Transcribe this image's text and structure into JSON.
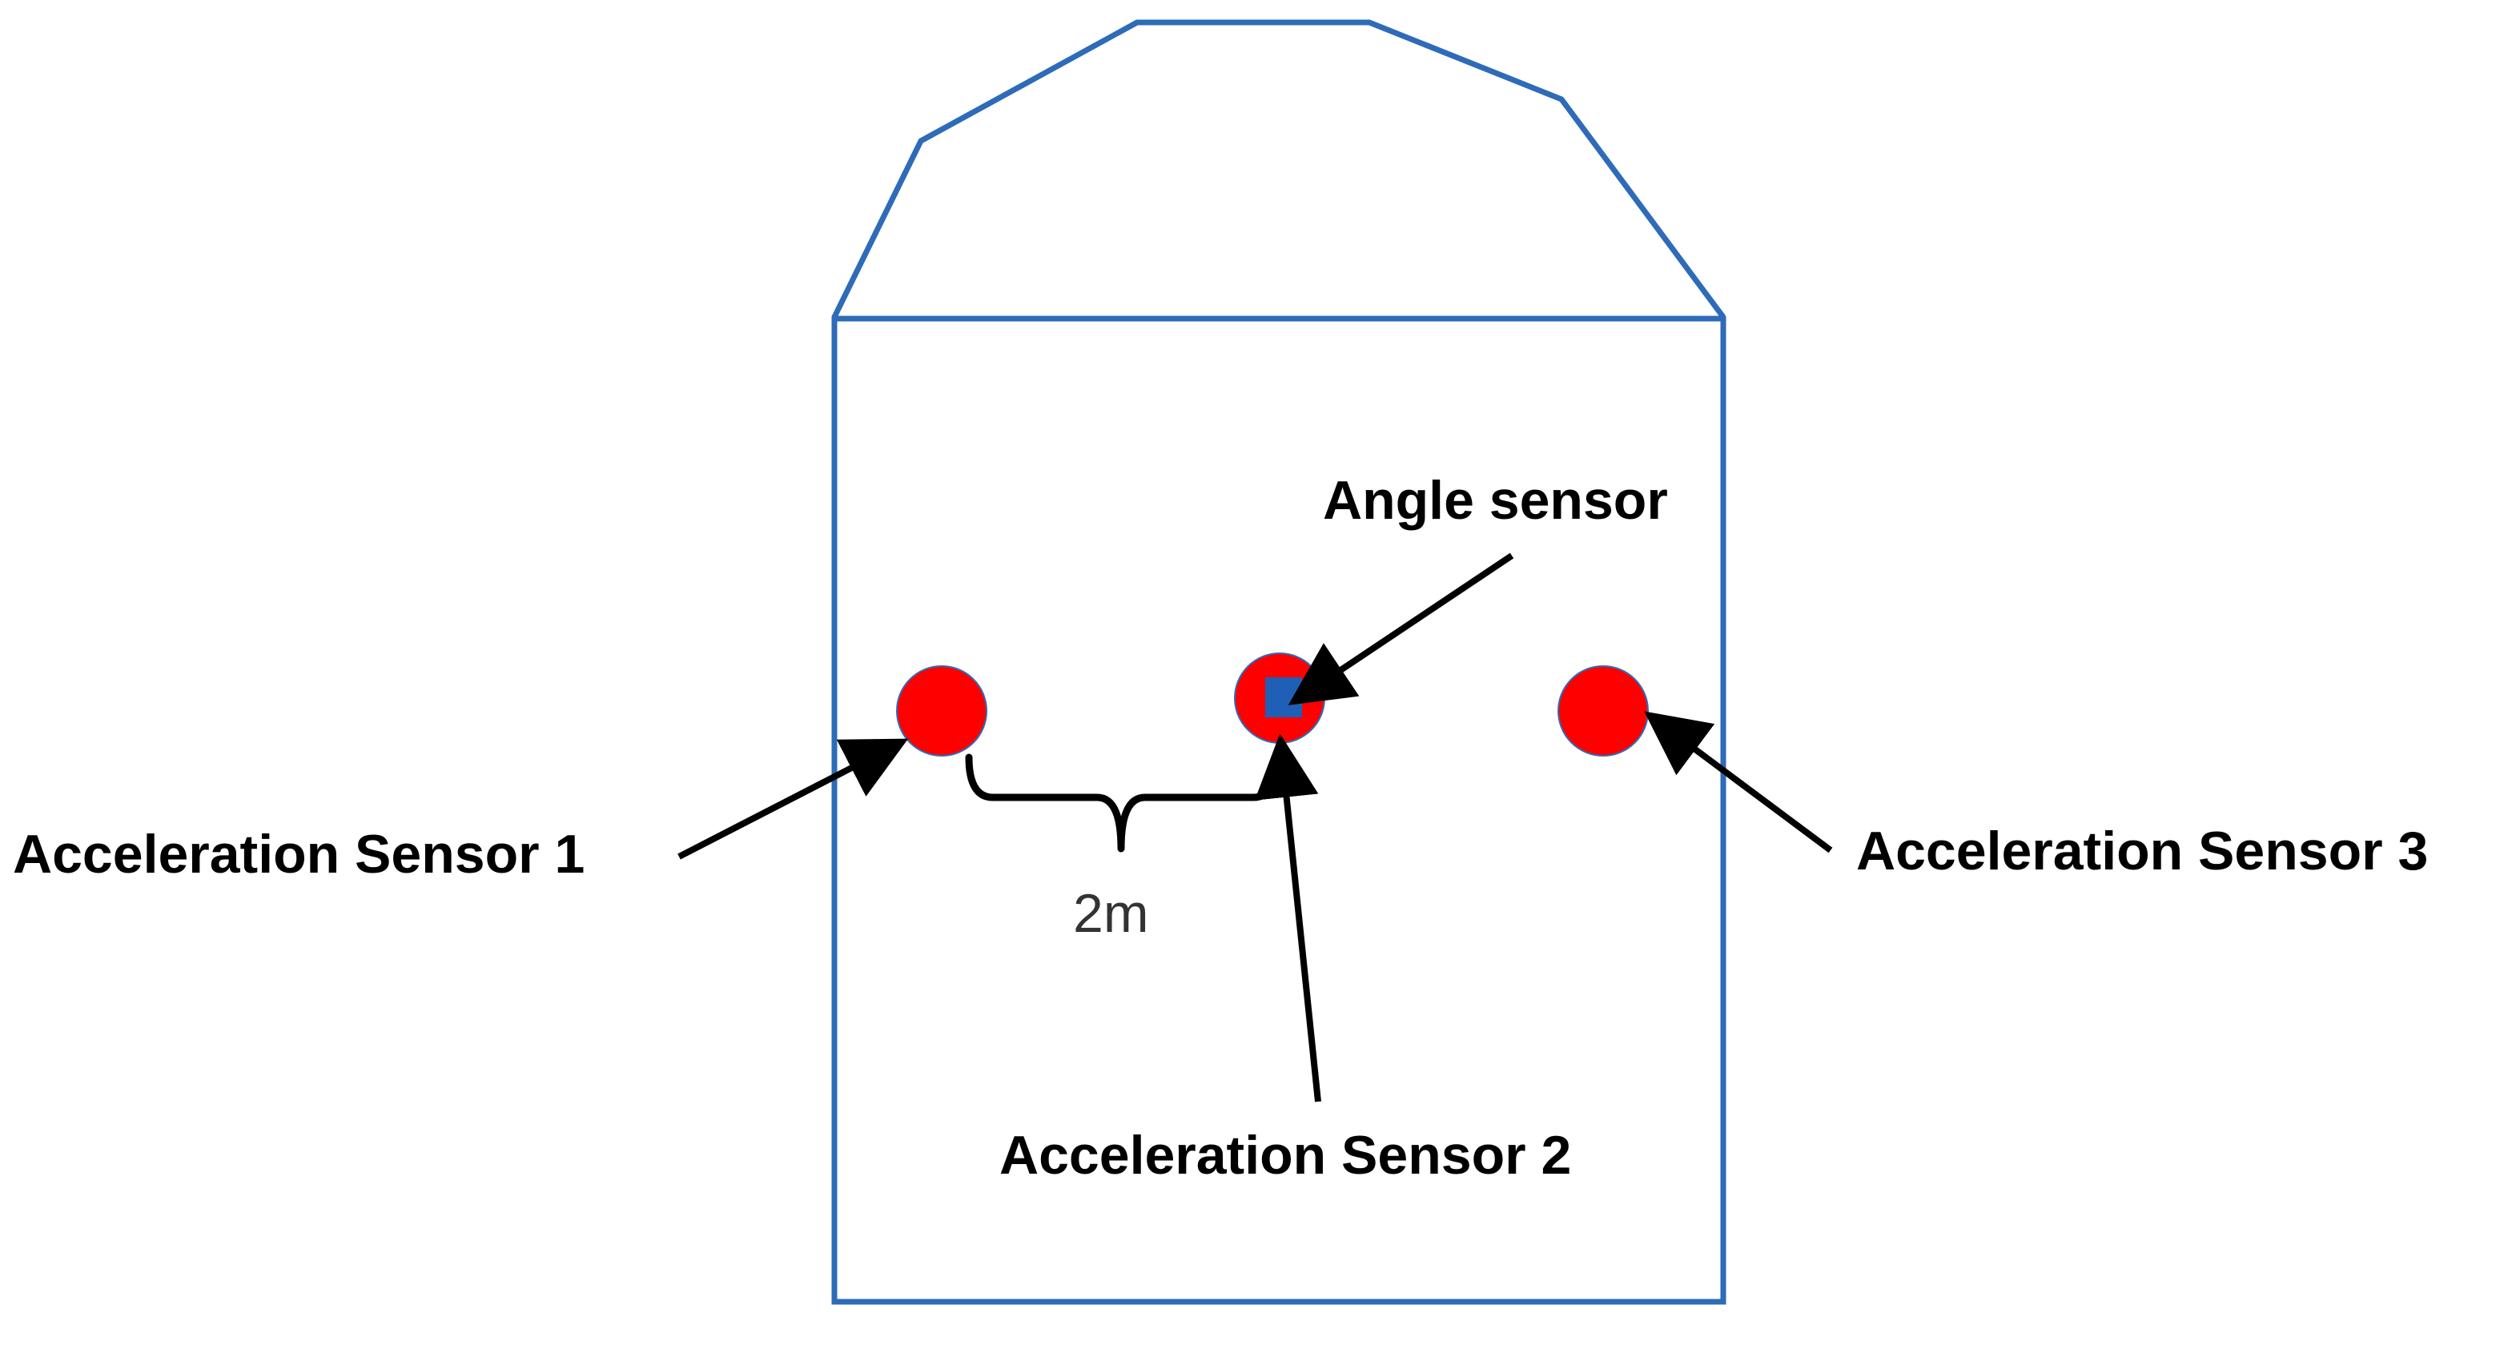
{
  "labels": {
    "angle_sensor": "Angle sensor",
    "sensor_1": "Acceleration Sensor 1",
    "sensor_2": "Acceleration Sensor 2",
    "sensor_3": "Acceleration Sensor 3",
    "spacing": "2m"
  },
  "colors": {
    "outline": "#2E6BB8",
    "sensor_fill": "#FF0000",
    "angle_sensor_fill": "#1F5FB5",
    "arrow": "#000000"
  }
}
